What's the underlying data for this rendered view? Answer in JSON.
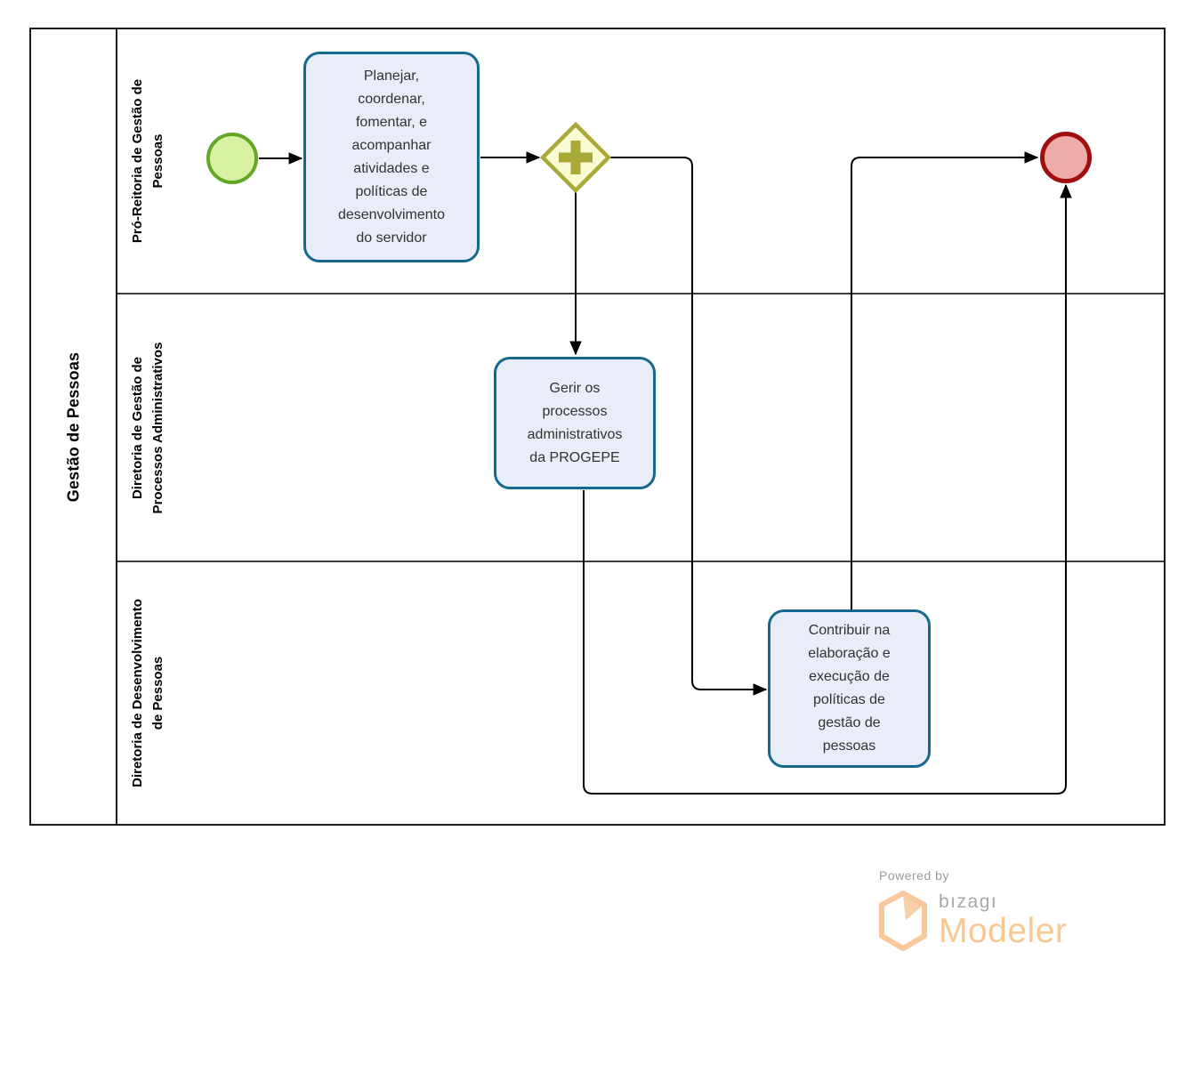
{
  "pool": {
    "title": "Gestão de Pessoas"
  },
  "lanes": [
    {
      "label": "Pró-Reitoria de Gestão de\nPessoas"
    },
    {
      "label": "Diretoria de Gestão de\nProcessos Administrativos"
    },
    {
      "label": "Diretoria de Desenvolvimento\nde Pessoas"
    }
  ],
  "nodes": {
    "start_event": {
      "type": "start-event"
    },
    "task_planejar": {
      "label": "Planejar,\ncoordenar,\nfomentar, e\nacompanhar\natividades e\npolíticas de\ndesenvolvimento\ndo servidor"
    },
    "gateway_parallel": {
      "type": "parallel-gateway"
    },
    "task_gerir": {
      "label": "Gerir os\nprocessos\nadministrativos\nda PROGEPE"
    },
    "task_contribuir": {
      "label": "Contribuir na\nelaboração e\nexecução de\npolíticas de\ngestão de\npessoas"
    },
    "end_event": {
      "type": "end-event"
    }
  },
  "branding": {
    "powered_by": "Powered by",
    "brand": "bızagı",
    "product": "Modeler"
  },
  "colors": {
    "start_event_fill": "#d9f1a3",
    "start_event_stroke": "#64a625",
    "task_fill": "#e9ecf9",
    "task_stroke": "#15688e",
    "gateway_fill": "#fbfbd2",
    "gateway_stroke": "#a9a93a",
    "end_event_fill": "#efaaaa",
    "end_event_stroke": "#a00f0f",
    "connector": "#000000",
    "lane_border": "#3d3d3d",
    "brand_orange": "#f9c892",
    "brand_gray": "#a7a7a7"
  }
}
